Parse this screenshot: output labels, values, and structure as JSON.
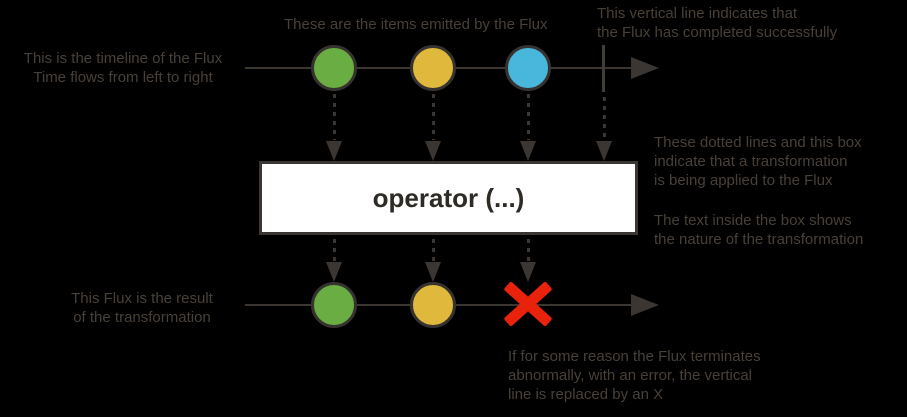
{
  "colors": {
    "background": "#000000",
    "annotation_text": "#484038",
    "line_gray": "#3b3632",
    "green": "#6aae43",
    "yellow": "#e0b93c",
    "blue": "#49b7dc",
    "error_red": "#e8220b",
    "operator_box_bg": "#ffffff",
    "operator_text": "#2e2a25"
  },
  "annotations": {
    "timeline": "This is the timeline of the Flux\nTime flows from left to right",
    "items": "These are the items emitted by the Flux",
    "completion": "This vertical line indicates that\nthe Flux has completed successfully",
    "transformation": "These dotted lines and this box\nindicate that a transformation\nis being applied to the Flux",
    "box_text": "The text inside the box shows\nthe nature of the transformation",
    "result": "This Flux is the result\nof the transformation",
    "error": "If for some reason the Flux terminates\nabnormally, with an error, the vertical\nline is replaced by an X"
  },
  "operator": {
    "label": "operator (...)"
  },
  "source_flux": {
    "marbles": [
      "green",
      "yellow",
      "blue"
    ],
    "termination": "completed"
  },
  "result_flux": {
    "marbles": [
      "green",
      "yellow"
    ],
    "termination": "error"
  }
}
